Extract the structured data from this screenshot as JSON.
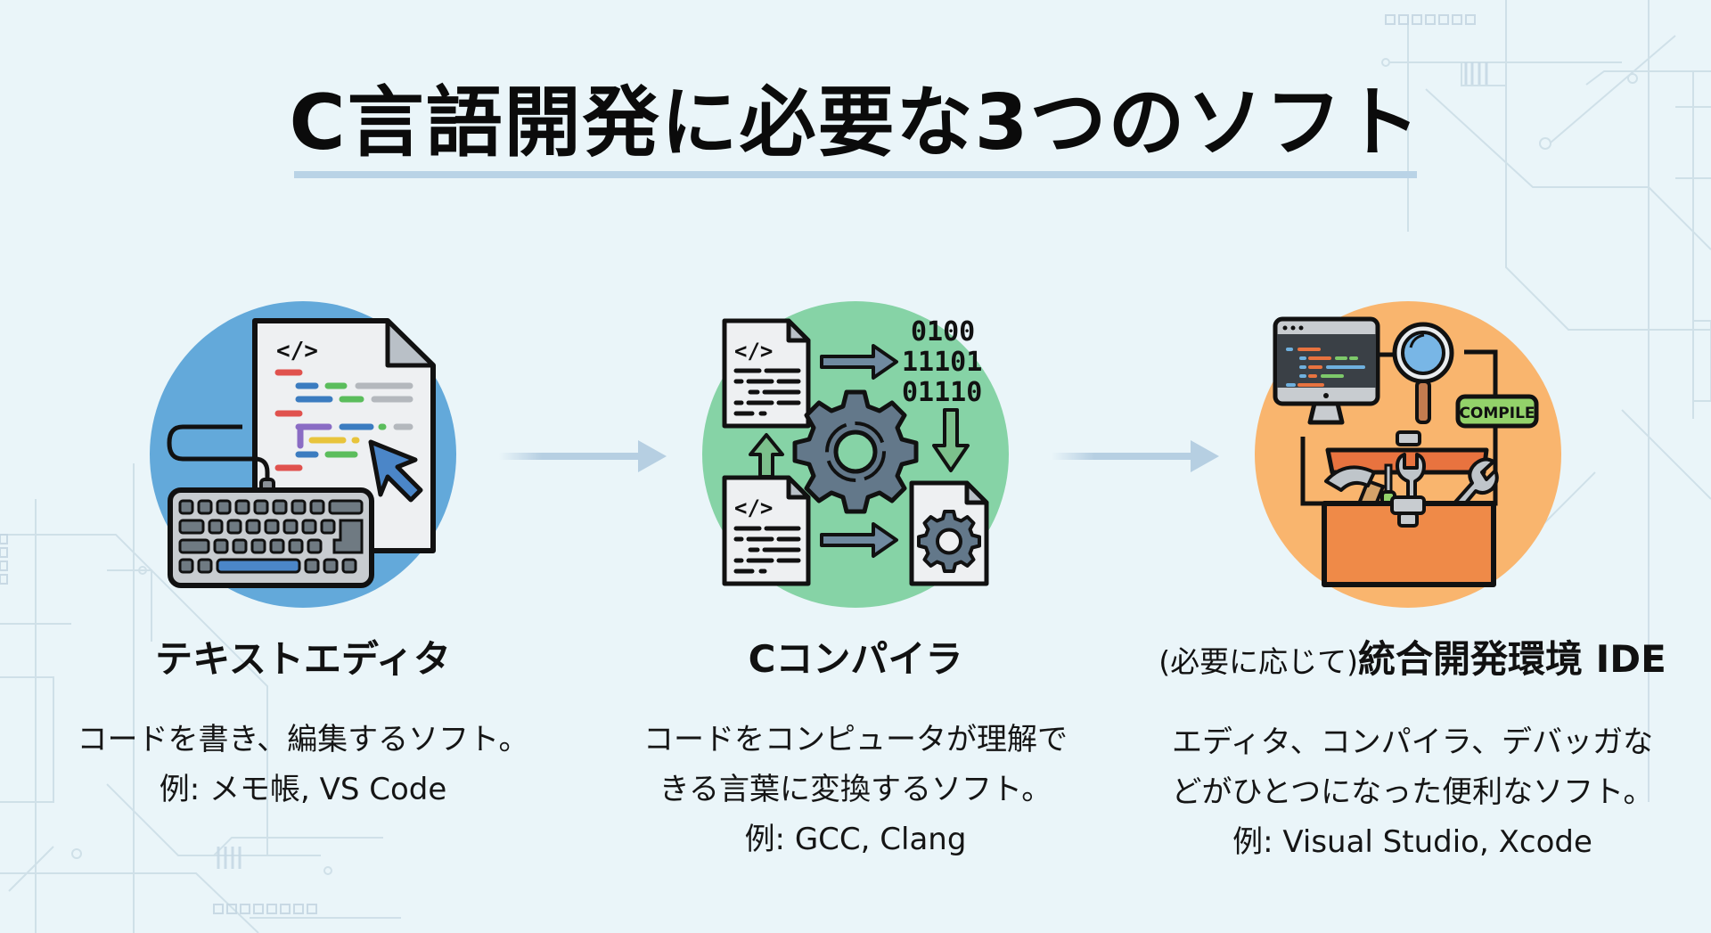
{
  "title": "C言語開発に必要な3つのソフト",
  "colors": {
    "background": "#eaf5f9",
    "underline": "#b9d3e6",
    "editor_circle": "#63a9da",
    "compiler_circle": "#86d3a6",
    "ide_circle": "#f9b56e",
    "arrow": "#b6cfe2"
  },
  "cards": [
    {
      "icon": "text-editor-icon",
      "title": "テキストエディタ",
      "description": [
        "コードを書き、編集するソフト。"
      ],
      "example": "例: メモ帳, VS Code"
    },
    {
      "icon": "compiler-icon",
      "title": "Cコンパイラ",
      "description": [
        "コードをコンピュータが理解で",
        "きる言葉に変換するソフト。"
      ],
      "example": "例: GCC, Clang",
      "icon_text": {
        "binary": [
          "0100",
          "11101",
          "01110"
        ]
      }
    },
    {
      "icon": "ide-toolbox-icon",
      "title_prefix": "(必要に応じて)",
      "title": "統合開発環境 IDE",
      "description": [
        "エディタ、コンパイラ、デバッガな",
        "どがひとつになった便利なソフト。"
      ],
      "example": "例: Visual Studio, Xcode",
      "icon_text": {
        "badge": "COMPILE"
      }
    }
  ]
}
